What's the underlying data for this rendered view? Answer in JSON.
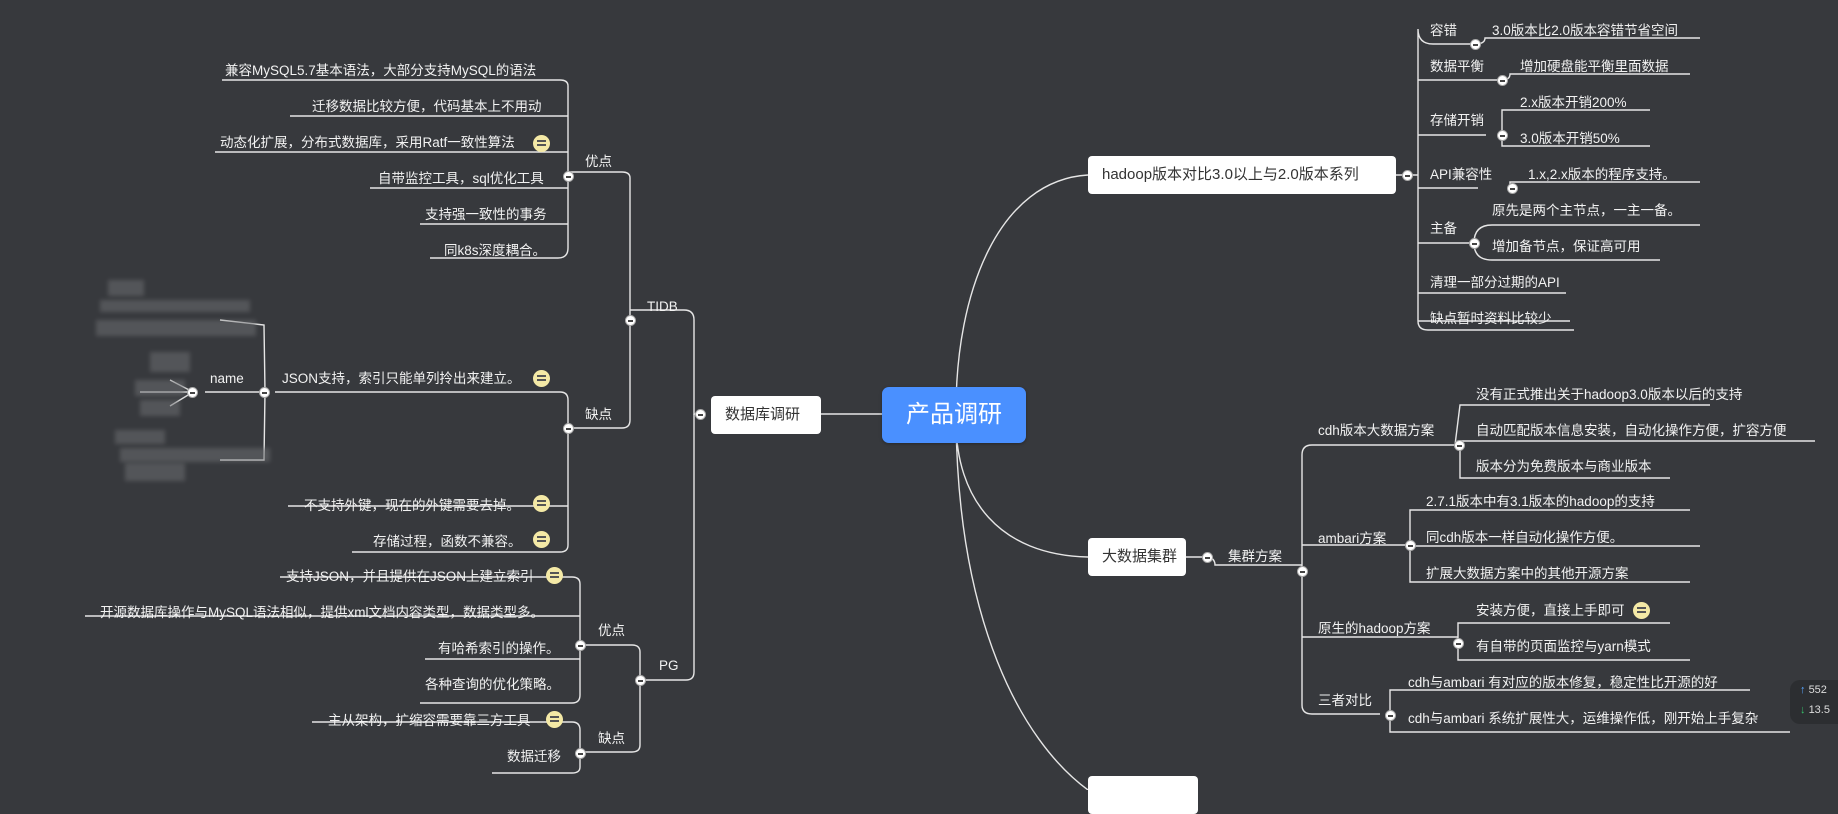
{
  "root": "产品调研",
  "hadoop": {
    "title": "hadoop版本对比3.0以上与2.0版本系列",
    "items": [
      {
        "label": "容错",
        "children": [
          "3.0版本比2.0版本容错节省空间"
        ]
      },
      {
        "label": "数据平衡",
        "children": [
          "增加硬盘能平衡里面数据"
        ]
      },
      {
        "label": "存储开销",
        "children": [
          "2.x版本开销200%",
          "3.0版本开销50%"
        ]
      },
      {
        "label": "API兼容性",
        "children": [
          "1.x,2.x版本的程序支持。"
        ]
      },
      {
        "label": "主备",
        "children": [
          "原先是两个主节点，一主一备。",
          "增加备节点，保证高可用"
        ]
      },
      {
        "label": "清理一部分过期的API",
        "children": []
      },
      {
        "label": "缺点暂时资料比较少",
        "children": []
      }
    ]
  },
  "bigdata": {
    "title": "大数据集群",
    "plan": "集群方案",
    "items": [
      {
        "label": "cdh版本大数据方案",
        "children": [
          "没有正式推出关于hadoop3.0版本以后的支持",
          "自动匹配版本信息安装，自动化操作方便，扩容方便",
          "版本分为免费版本与商业版本"
        ]
      },
      {
        "label": "ambari方案",
        "children": [
          "2.7.1版本中有3.1版本的hadoop的支持",
          "同cdh版本一样自动化操作方便。",
          "扩展大数据方案中的其他开源方案"
        ]
      },
      {
        "label": "原生的hadoop方案",
        "children": [
          "安装方便，直接上手即可",
          "有自带的页面监控与yarn模式"
        ]
      },
      {
        "label": "三者对比",
        "children": [
          "cdh与ambari 有对应的版本修复，稳定性比开源的好",
          "cdh与ambari 系统扩展性大，运维操作低，刚开始上手复杂"
        ]
      }
    ]
  },
  "db": {
    "title": "数据库调研",
    "tidb": {
      "label": "TIDB",
      "pros_label": "优点",
      "pros": [
        "兼容MySQL5.7基本语法，大部分支持MySQL的语法",
        "迁移数据比较方便，代码基本上不用动",
        "动态化扩展，分布式数据库，采用Ratf一致性算法",
        "自带监控工具，sql优化工具",
        "支持强一致性的事务",
        "同k8s深度耦合。"
      ],
      "cons_label": "缺点",
      "cons": [
        "JSON支持，索引只能单列拎出来建立。",
        "不支持外键，现在的外键需要去掉。",
        "存储过程，函数不兼容。"
      ],
      "json_sub": "name"
    },
    "pg": {
      "label": "PG",
      "pros_label": "优点",
      "pros": [
        "支持JSON，并且提供在JSON上建立索引",
        "开源数据库操作与MySQL语法相似，提供xml文档内容类型，数据类型多。",
        "有哈希索引的操作。",
        "各种查询的优化策略。"
      ],
      "cons_label": "缺点",
      "cons": [
        "主从架构，扩缩容需要靠三方工具",
        "数据迁移"
      ]
    }
  },
  "stats": {
    "up": "552",
    "down": "13.5"
  },
  "colors": {
    "background": "#37393d",
    "root": "#4a90ff",
    "line": "#e6e6e6",
    "note": "#f4e9a6"
  }
}
